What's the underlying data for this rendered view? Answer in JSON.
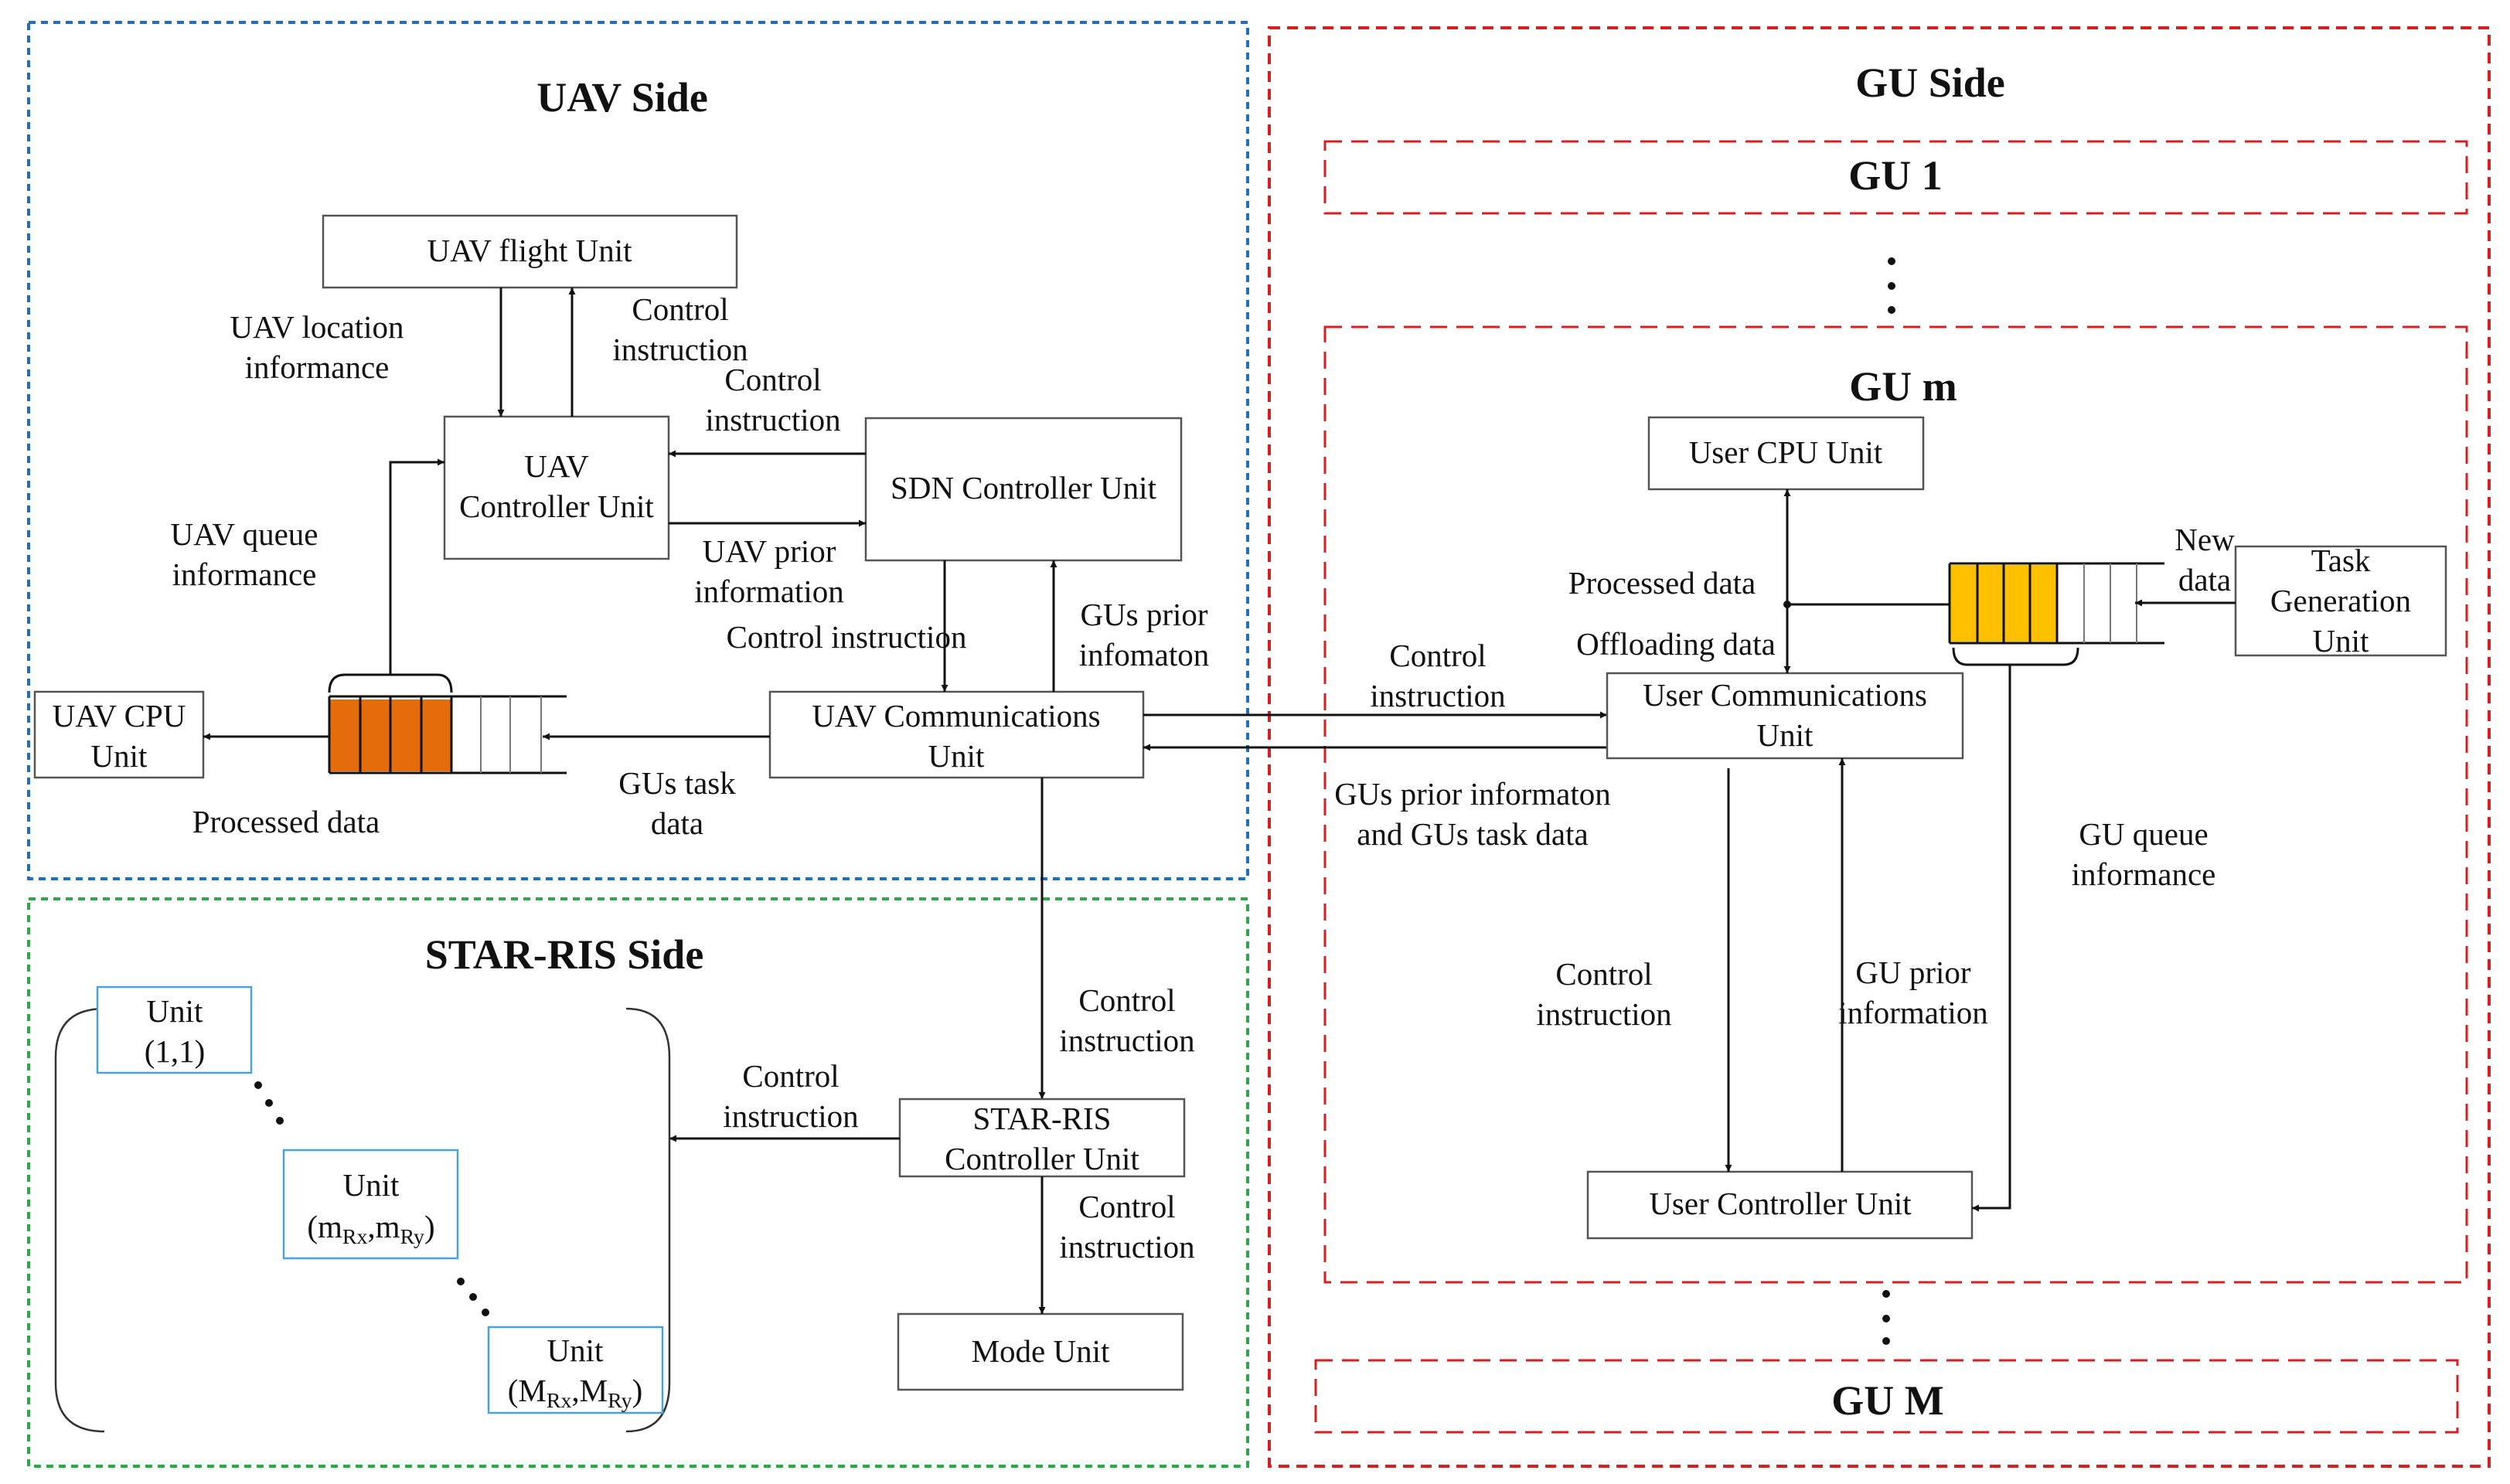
{
  "panels": {
    "uav_side": "UAV Side",
    "gu_side": "GU Side",
    "star_ris_side": "STAR-RIS Side"
  },
  "gu_groups": {
    "gu1": "GU 1",
    "gum": "GU m",
    "guM": "GU M"
  },
  "boxes": {
    "uav_flight": "UAV flight Unit",
    "uav_controller": [
      "UAV",
      "Controller Unit"
    ],
    "sdn_controller": "SDN Controller Unit",
    "uav_cpu": [
      "UAV CPU",
      "Unit"
    ],
    "uav_comm": [
      "UAV Communications",
      "Unit"
    ],
    "user_cpu": "User CPU Unit",
    "user_comm": [
      "User Communications",
      "Unit"
    ],
    "task_gen": [
      "Task",
      "Generation",
      "Unit"
    ],
    "user_controller": "User Controller Unit",
    "star_ris_controller": [
      "STAR-RIS",
      "Controller Unit"
    ],
    "mode_unit": "Mode Unit",
    "unit_11": [
      "Unit",
      "(1,1)"
    ],
    "unit_m": [
      "Unit",
      "(m",
      "Rx",
      ",m",
      "Ry",
      ")"
    ],
    "unit_M": [
      "Unit",
      "(M",
      "Rx",
      ",M",
      "Ry",
      ")"
    ]
  },
  "labels": {
    "uav_location": [
      "UAV location",
      "informance"
    ],
    "control_instr_flight": [
      "Control",
      "instruction"
    ],
    "control_instr_sdn": [
      "Control",
      "instruction"
    ],
    "uav_prior": [
      "UAV prior",
      "information"
    ],
    "uav_queue": [
      "UAV queue",
      "informance"
    ],
    "control_instr_sdn_down": "Control instruction",
    "gus_prior_up": [
      "GUs prior",
      "infomaton"
    ],
    "processed_uav": "Processed data",
    "gus_task": [
      "GUs task",
      "data"
    ],
    "control_instr_gu": [
      "Control",
      "instruction"
    ],
    "gus_prior_task": [
      "GUs prior informaton",
      "and GUs task data"
    ],
    "processed_gu": "Processed data",
    "offloading": "Offloading data",
    "new_data": [
      "New",
      "data"
    ],
    "gu_queue": [
      "GU queue",
      "informance"
    ],
    "control_instr_user": [
      "Control",
      "instruction"
    ],
    "gu_prior": [
      "GU prior",
      "information"
    ],
    "control_instr_star_up": [
      "Control",
      "instruction"
    ],
    "control_instr_star_left": [
      "Control",
      "instruction"
    ],
    "control_instr_mode": [
      "Control",
      "instruction"
    ]
  },
  "colors": {
    "uav_border": "#1f6fbf",
    "gu_border": "#d42020",
    "star_border": "#2aa84a",
    "unit_border": "#4aa3d8",
    "uav_queue_fill": "#e56c0a",
    "gu_queue_fill": "#ffc000"
  }
}
